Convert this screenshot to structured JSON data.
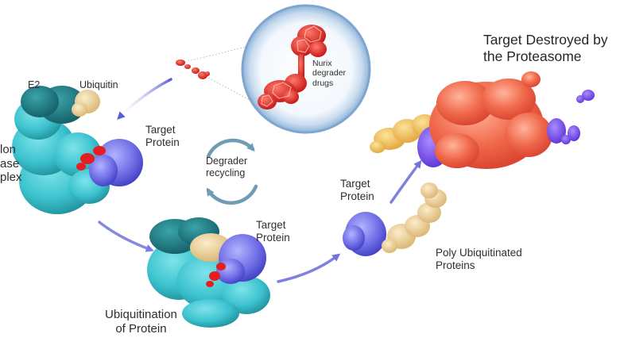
{
  "labels": {
    "e2": "E2",
    "ubiquitin": "Ubiquitin",
    "complex_left": [
      "lon",
      "ase",
      "plex"
    ],
    "target_protein_top": [
      "Target",
      "Protein"
    ],
    "degrader_recycling": [
      "Degrader",
      "recycling"
    ],
    "drugs": [
      "Nurix",
      "degrader",
      "drugs"
    ],
    "target_destroyed": [
      "Target Destroyed by",
      "the Proteasome"
    ],
    "target_protein_mid": [
      "Target",
      "Protein"
    ],
    "target_protein_bottom": [
      "Target",
      "Protein"
    ],
    "ubiquitination": [
      "Ubiquitination",
      "of Protein"
    ],
    "poly_ubiquitinated": [
      "Poly Ubiquitinated",
      "Proteins"
    ]
  },
  "colors": {
    "e2_protein": "#1f7f86",
    "ligase": "#3ec4cf",
    "ubiquitin": "#e7c98f",
    "target": "#6f6ee6",
    "degrader": "#e51f1f",
    "proteasome": "#ec6a4a",
    "arrow": "#6a6cd9",
    "recycling_arrow": "#6f9bb5"
  }
}
